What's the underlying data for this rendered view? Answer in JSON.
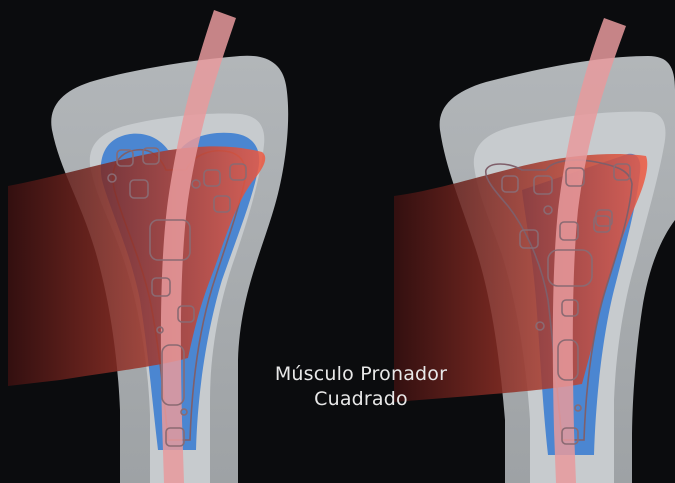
{
  "caption": {
    "line1": "Músculo Pronador",
    "line2": "Cuadrado"
  },
  "colors": {
    "background": "#0b0c0e",
    "bone_outer": "#a9adb0",
    "bone_inner": "#c9cdd0",
    "plate_blue": "#4b86d1",
    "muscle_red": "#e0513f",
    "tendon_pink": "#e89a9c",
    "caption_text": "#e8e8e8"
  },
  "panels": [
    {
      "name": "left-anatomy-panel"
    },
    {
      "name": "right-anatomy-panel"
    }
  ]
}
